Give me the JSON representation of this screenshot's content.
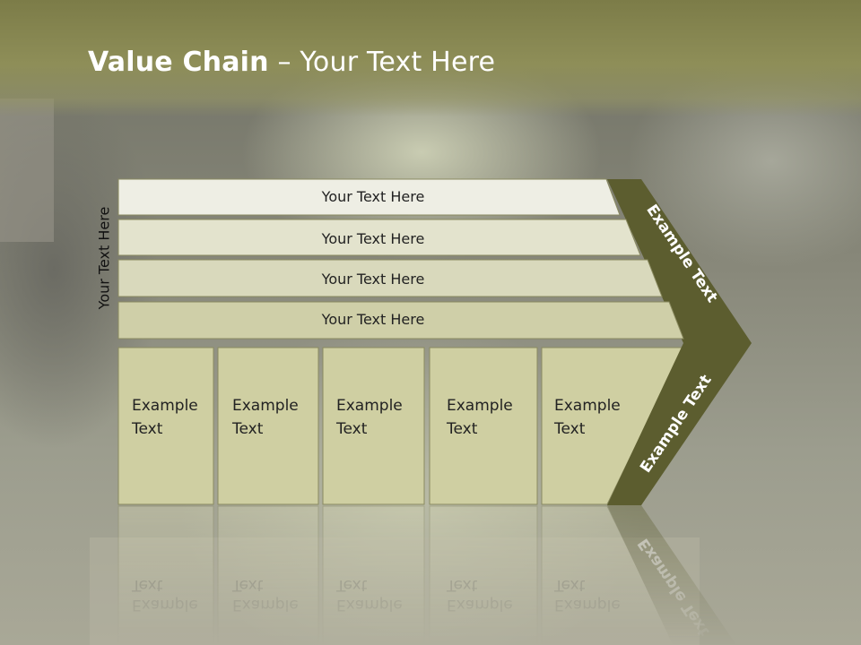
{
  "slide": {
    "title_bold": "Value Chain",
    "title_rest": " – Your Text Here",
    "side_label": "Your Text Here"
  },
  "bars": [
    {
      "label": "Your Text Here"
    },
    {
      "label": "Your Text Here"
    },
    {
      "label": "Your Text Here"
    },
    {
      "label": "Your Text Here"
    }
  ],
  "boxes": [
    {
      "line1": "Example",
      "line2": "Text"
    },
    {
      "line1": "Example",
      "line2": "Text"
    },
    {
      "line1": "Example",
      "line2": "Text"
    },
    {
      "line1": "Example",
      "line2": "Text"
    },
    {
      "line1": "Example",
      "line2": "Text"
    }
  ],
  "chevron": {
    "upper_text": "Example Text",
    "lower_text": "Example Text"
  },
  "colors": {
    "title_band": "#858552",
    "chevron": "#5c5d2f",
    "bar_fills": [
      "#eeeee4",
      "#e3e3cd",
      "#d9d9bc",
      "#cfcfa8"
    ],
    "box_fill": "#cfcfa2",
    "stroke": "#8a8a60"
  }
}
